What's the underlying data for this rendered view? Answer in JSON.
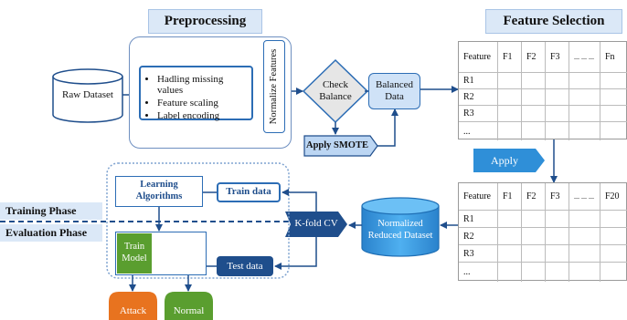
{
  "sections": {
    "preprocessing": "Preprocessing",
    "feature_selection": "Feature Selection"
  },
  "phases": {
    "training": "Training Phase",
    "evaluation": "Evaluation Phase"
  },
  "nodes": {
    "raw_dataset": "Raw Dataset",
    "steps": [
      "Hadling missing values",
      "Feature scaling",
      "Label encoding"
    ],
    "normalize_features": "Normalize Features",
    "check_balance_line1": "Check",
    "check_balance_line2": "Balance",
    "balanced_data_line1": "Balanced",
    "balanced_data_line2": "Data",
    "apply_smote": "Apply SMOTE",
    "apply": "Apply",
    "kfold": "K-fold CV",
    "normalized_reduced_line1": "Normalized",
    "normalized_reduced_line2": "Reduced Dataset",
    "learning_algorithms_line1": "Learning",
    "learning_algorithms_line2": "Algorithms",
    "train_data": "Train data",
    "test_data": "Test data",
    "train_model_line1": "Train",
    "train_model_line2": "Model",
    "attack": "Attack",
    "normal": "Normal"
  },
  "table_top": {
    "header": [
      "Feature",
      "F1",
      "F2",
      "F3",
      "... ... ...",
      "Fn"
    ],
    "rows": [
      "R1",
      "R2",
      "R3",
      "..."
    ]
  },
  "table_bottom": {
    "header": [
      "Feature",
      "F1",
      "F2",
      "F3",
      "... ... ...",
      "F20"
    ],
    "rows": [
      "R1",
      "R2",
      "R3",
      "..."
    ]
  },
  "colors": {
    "navy": "#1f4e8c",
    "green": "#5a9e2f",
    "orange": "#e8731f",
    "light_blue": "#dbe8f7",
    "cylinder_blue": "#2f8fd8",
    "brain_icon": "#2aa4c8"
  },
  "icons": {
    "model_icon": "brain-network-icon"
  }
}
